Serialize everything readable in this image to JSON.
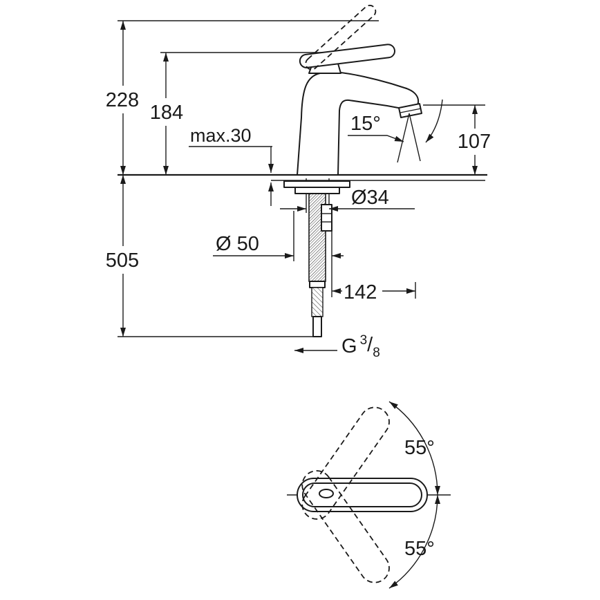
{
  "page": {
    "background_color": "#ffffff",
    "line_color": "#1a1a1a"
  },
  "side_view": {
    "dim_total_height": "228",
    "dim_height_to_lever": "184",
    "dim_max_mounting_thickness": "max.30",
    "dim_spout_angle": "15°",
    "dim_outlet_height": "107",
    "dim_hole_diameter": "Ø34",
    "dim_base_diameter": "Ø 50",
    "dim_below_deck_length": "505",
    "dim_spout_reach": "142",
    "thread": {
      "g": "G",
      "numerator": "3",
      "slash": "/",
      "denominator": "8"
    }
  },
  "top_view": {
    "dim_swing_upper": "55°",
    "dim_swing_lower": "55°"
  }
}
